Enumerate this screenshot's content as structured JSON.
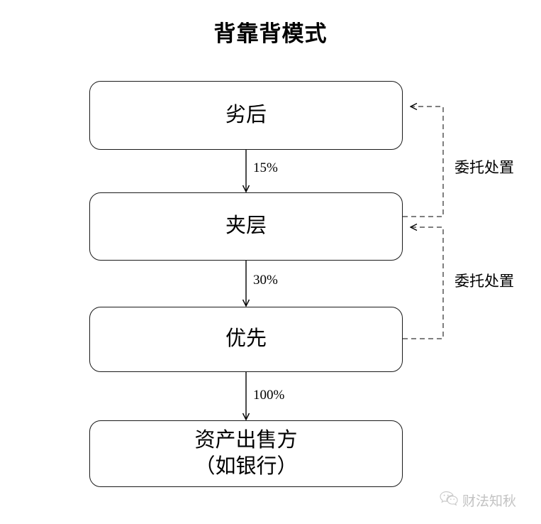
{
  "title": "背靠背模式",
  "nodes": [
    {
      "id": "subordinate",
      "label": "劣后"
    },
    {
      "id": "mezzanine",
      "label": "夹层"
    },
    {
      "id": "senior",
      "label": "优先"
    },
    {
      "id": "seller",
      "label": "资产出售方\n（如银行）"
    }
  ],
  "flows": [
    {
      "from": "subordinate",
      "to": "mezzanine",
      "label": "15%"
    },
    {
      "from": "mezzanine",
      "to": "senior",
      "label": "30%"
    },
    {
      "from": "senior",
      "to": "seller",
      "label": "100%"
    }
  ],
  "dashed_flows": [
    {
      "from": "mezzanine",
      "to": "subordinate",
      "label": "委托处置"
    },
    {
      "from": "senior",
      "to": "mezzanine",
      "label": "委托处置"
    }
  ],
  "watermark": {
    "icon": "wechat-icon",
    "text": "财法知秋"
  },
  "colors": {
    "background": "#ffffff",
    "stroke": "#1a1a1a",
    "dashed_stroke": "#555555",
    "text": "#000000",
    "watermark_text": "#6f6f6f"
  }
}
